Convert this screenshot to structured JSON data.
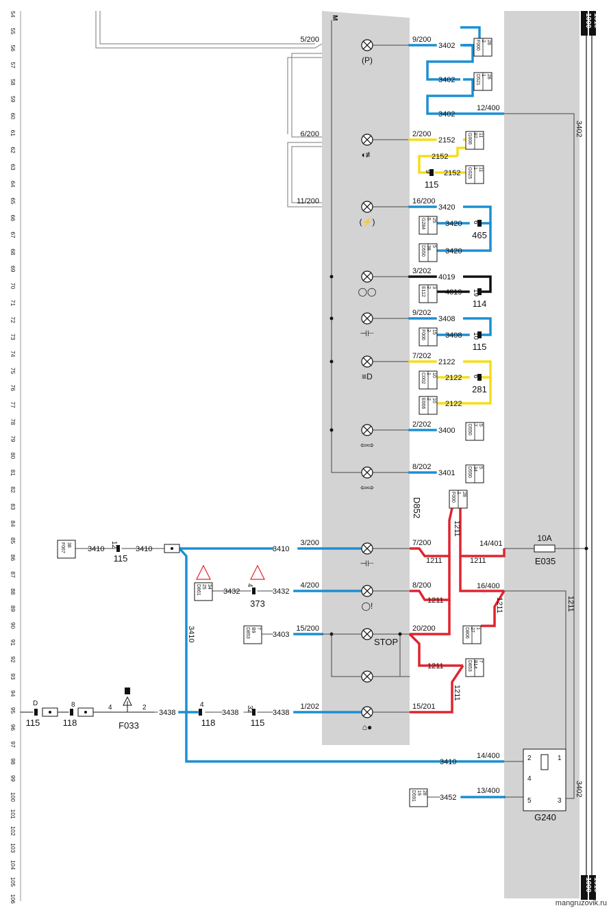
{
  "row_numbers": [
    "54",
    "55",
    "56",
    "57",
    "58",
    "59",
    "60",
    "61",
    "62",
    "63",
    "64",
    "65",
    "66",
    "67",
    "68",
    "69",
    "70",
    "71",
    "72",
    "73",
    "74",
    "75",
    "76",
    "77",
    "78",
    "79",
    "80",
    "81",
    "82",
    "83",
    "84",
    "85",
    "86",
    "87",
    "88",
    "89",
    "90",
    "91",
    "92",
    "93",
    "94",
    "95",
    "96",
    "97",
    "98",
    "99",
    "100",
    "101",
    "102",
    "103",
    "104",
    "105",
    "106"
  ],
  "colors": {
    "blue": "#1b8fd2",
    "yellow": "#f5dd1a",
    "red": "#e0242e",
    "black": "#111111",
    "panel": "#d3d3d3",
    "thin": "#444444"
  },
  "module": {
    "name": "D852",
    "pin_marker": "M",
    "stop_label": "STOP"
  },
  "bus": {
    "top_a": "1000",
    "top_b": "1010",
    "bottom_a": "1000",
    "bottom_b": "1010",
    "right_label_1": "3402",
    "right_label_2": "3402"
  },
  "lamps": [
    {
      "pin": "5/200",
      "out_pin": "9/200",
      "out_wire": "3402",
      "out_color": "blue",
      "symbol": "(P)"
    },
    {
      "pin": "6/200",
      "out_pin": "2/200",
      "out_wire": "2152",
      "out_color": "yellow",
      "symbol": "◖≢"
    },
    {
      "pin": "11/200",
      "out_pin": "16/200",
      "out_wire": "3420",
      "out_color": "blue",
      "symbol": "(⚡)"
    },
    {
      "pin": "",
      "out_pin": "3/202",
      "out_wire": "4019",
      "out_color": "black",
      "symbol": "◯◯"
    },
    {
      "pin": "",
      "out_pin": "9/202",
      "out_wire": "3408",
      "out_color": "blue",
      "symbol": "⊣⊢"
    },
    {
      "pin": "",
      "out_pin": "7/202",
      "out_wire": "2122",
      "out_color": "yellow",
      "symbol": "≡D"
    },
    {
      "pin": "",
      "out_pin": "2/202",
      "out_wire": "3400",
      "out_color": "blue",
      "symbol": "⇦⇨"
    },
    {
      "pin": "",
      "out_pin": "8/202",
      "out_wire": "3401",
      "out_color": "blue",
      "symbol": "⇦⇨"
    },
    {
      "pin": "3/200",
      "out_pin": "7/200",
      "out_wire": "",
      "out_color": "red",
      "symbol": "⊣⊢"
    },
    {
      "pin": "4/200",
      "out_pin": "8/200",
      "out_wire": "",
      "out_color": "red",
      "symbol": "◯!"
    },
    {
      "pin": "15/200",
      "out_pin": "20/200",
      "out_wire": "",
      "out_color": "red",
      "symbol": ""
    },
    {
      "pin": "",
      "out_pin": "",
      "out_wire": "",
      "out_color": "",
      "symbol": ""
    },
    {
      "pin": "1/202",
      "out_pin": "15/201",
      "out_wire": "",
      "out_color": "red",
      "symbol": "⌂●"
    }
  ],
  "right_connectors": [
    {
      "lines": [
        "F000",
        "2",
        "28"
      ]
    },
    {
      "lines": [
        "D521",
        "1",
        "28"
      ]
    },
    {
      "lines": [
        "G006",
        "87",
        "11"
      ]
    },
    {
      "lines": [
        "G025",
        "1",
        "11"
      ]
    },
    {
      "lines": [
        "G284",
        "5",
        "25"
      ]
    },
    {
      "lines": [
        "D550",
        "38",
        "5"
      ]
    },
    {
      "lines": [
        "E112",
        "2",
        "3"
      ]
    },
    {
      "lines": [
        "F006",
        "2",
        "15"
      ]
    },
    {
      "lines": [
        "C002",
        "1",
        "10"
      ]
    },
    {
      "lines": [
        "E006",
        "2",
        "10"
      ]
    },
    {
      "lines": [
        "D550",
        "7",
        "5"
      ]
    },
    {
      "lines": [
        "D550",
        "34",
        "5"
      ]
    },
    {
      "lines": [
        "F000",
        "1",
        "28"
      ]
    },
    {
      "lines": [
        "D806",
        "27",
        "1"
      ]
    },
    {
      "lines": [
        "D853",
        "B14",
        "7"
      ]
    }
  ],
  "left_connectors": [
    {
      "lines": [
        "F067",
        "38"
      ]
    },
    {
      "lines": [
        "D861",
        "25",
        "34"
      ]
    },
    {
      "lines": [
        "D853",
        "B9",
        "7"
      ]
    },
    {
      "lines": [
        "D591",
        "19",
        "28"
      ]
    }
  ],
  "wire_labels": [
    "3402",
    "3402",
    "3402",
    "12/400",
    "2152",
    "2152",
    "2152",
    "3420",
    "3420",
    "3420",
    "4019",
    "4019",
    "3408",
    "3408",
    "2122",
    "2122",
    "2122",
    "1211",
    "1211",
    "14/401",
    "1211",
    "1211",
    "16/400",
    "1211",
    "1211",
    "1211",
    "1211",
    "1211",
    "3410",
    "3410",
    "3410",
    "3432",
    "3432",
    "3403",
    "3438",
    "3438",
    "3438",
    "3410",
    "14/400",
    "3452",
    "13/400",
    "1211"
  ],
  "splices": [
    {
      "num": "9",
      "label": "115"
    },
    {
      "num": "6",
      "label": "465"
    },
    {
      "num": "19",
      "label": "114"
    },
    {
      "num": "10",
      "label": "115"
    },
    {
      "num": "6",
      "label": "281"
    },
    {
      "num": "12",
      "label": "115"
    },
    {
      "num": "4",
      "label": "373"
    },
    {
      "num": "4",
      "label": "118"
    },
    {
      "num": "32",
      "label": "115"
    },
    {
      "num": "D",
      "label": "115"
    },
    {
      "num": "8",
      "label": "118"
    }
  ],
  "fuse": {
    "rating": "10A",
    "name": "E035"
  },
  "switch": {
    "name": "F033",
    "pin_a": "4",
    "pin_b": "2"
  },
  "relay": {
    "name": "G240",
    "pins": [
      "2",
      "1",
      "4",
      "5",
      "3"
    ]
  },
  "watermark": "mangruzovik.ru"
}
